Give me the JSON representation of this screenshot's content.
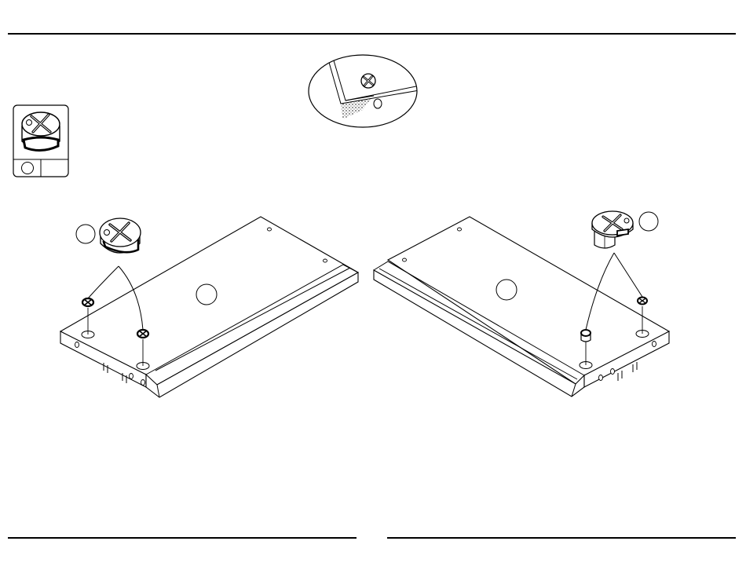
{
  "page": {
    "rules": [
      "top-rule",
      "bottom-rule-left",
      "bottom-rule-right"
    ]
  },
  "parts_box": {
    "icon": "cam-lock-icon",
    "part_label": "",
    "quantity": ""
  },
  "detail_callout": {
    "icon": "magnified-cam-lock-hole-icon"
  },
  "left_panel": {
    "part_label": "",
    "hardware_label": "",
    "hardware_icon": "cam-lock-icon"
  },
  "right_panel": {
    "part_label": "",
    "hardware_label": "",
    "hardware_icon": "cam-dowel-icon"
  },
  "colors": {
    "line": "#000000",
    "background": "#ffffff"
  }
}
